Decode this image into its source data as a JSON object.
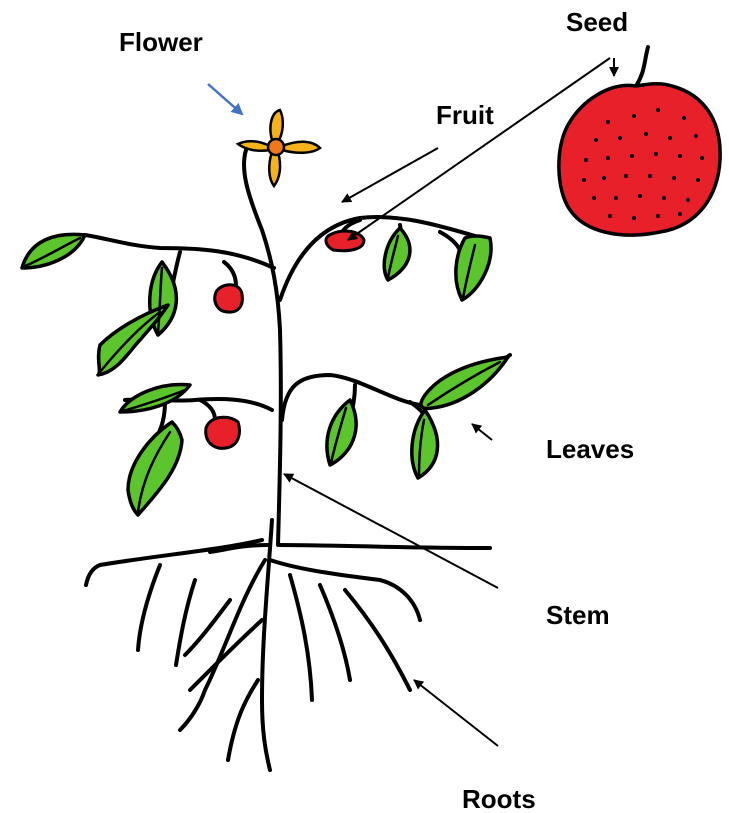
{
  "labels": {
    "flower": "Flower",
    "seed": "Seed",
    "fruit": "Fruit",
    "leaves": "Leaves",
    "stem": "Stem",
    "roots": "Roots"
  },
  "colors": {
    "ink": "#000000",
    "leaf": "#5cc42c",
    "fruit": "#e8202a",
    "petal": "#f5b21a",
    "flower_center": "#f07818",
    "flower_arrow": "#4472c4",
    "background": "#ffffff"
  }
}
